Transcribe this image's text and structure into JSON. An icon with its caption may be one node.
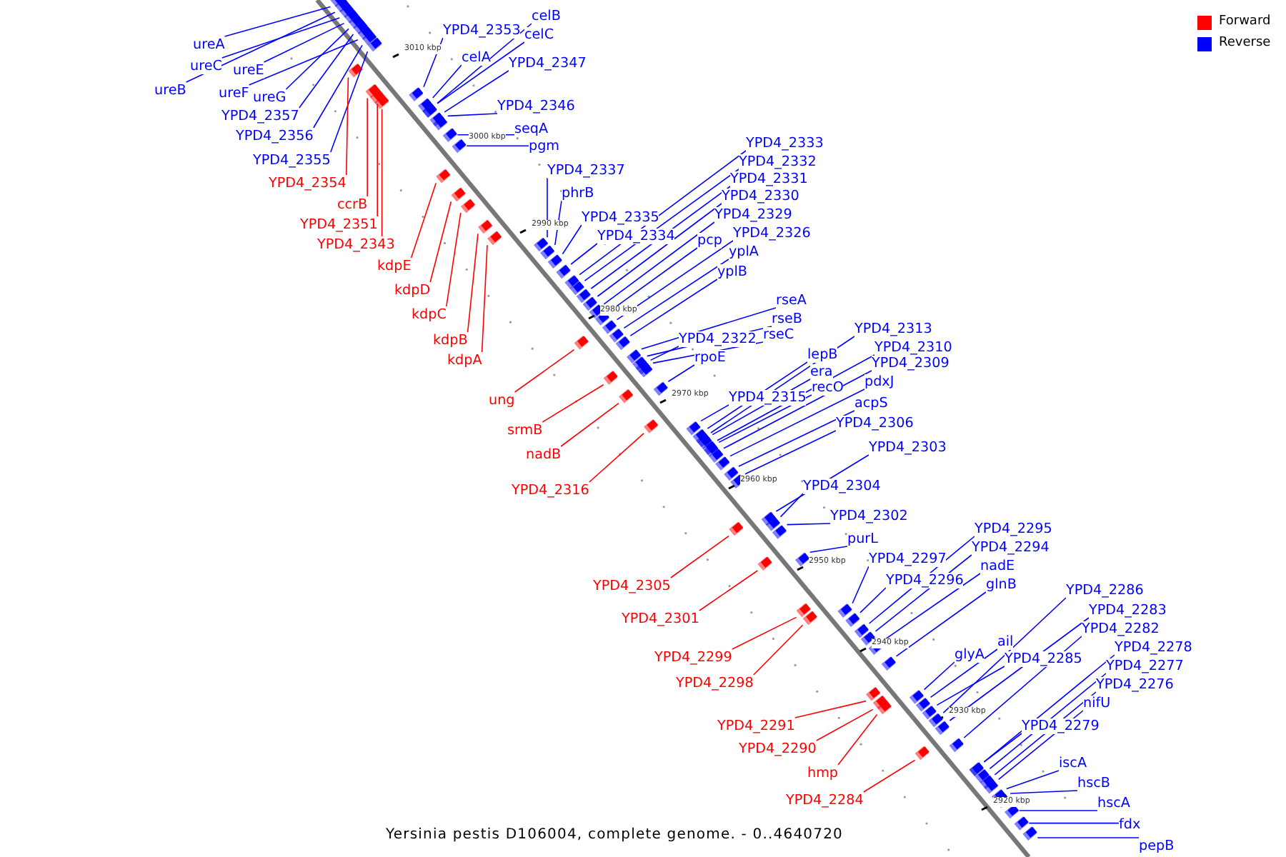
{
  "diagram": {
    "caption": "Yersinia pestis D106004, complete genome. - 0..4640720",
    "nodes": [
      {
        "text": [
          "ureA"
        ]
      },
      {
        "text": [
          "ureB"
        ]
      },
      {
        "text": [
          "ureC"
        ]
      },
      {
        "text": [
          "ureE"
        ]
      },
      {
        "text": [
          "ureF"
        ]
      },
      {
        "text": [
          "ureG"
        ]
      },
      {
        "text": [
          "YPD4_2357"
        ]
      },
      {
        "text": [
          "YPD4_2356"
        ]
      },
      {
        "text": [
          "YPD4_2355"
        ]
      },
      {
        "text": [
          "YPD4_2354"
        ]
      },
      {
        "text": [
          "ccrB"
        ]
      },
      {
        "text": [
          "YPD4_2351"
        ]
      },
      {
        "text": [
          "YPD4_2343"
        ]
      },
      {
        "text": [
          "kdpE"
        ]
      },
      {
        "text": [
          "kdpD"
        ]
      },
      {
        "text": [
          "kdpC"
        ]
      },
      {
        "text": [
          "kdpB"
        ]
      },
      {
        "text": [
          "kdpA"
        ]
      },
      {
        "text": [
          "ung"
        ]
      },
      {
        "text": [
          "srmB"
        ]
      },
      {
        "text": [
          "nadB"
        ]
      },
      {
        "text": [
          "YPD4_2316"
        ]
      },
      {
        "text": [
          "YPD4_2305"
        ]
      },
      {
        "text": [
          "YPD4_2301"
        ]
      },
      {
        "text": [
          "YPD4_2299"
        ]
      },
      {
        "text": [
          "YPD4_2298"
        ]
      },
      {
        "text": [
          "YPD4_2291"
        ]
      },
      {
        "text": [
          "YPD4_2290"
        ]
      },
      {
        "text": [
          "hmp"
        ]
      },
      {
        "text": [
          "YPD4_2284"
        ]
      },
      {
        "text": [
          "celB"
        ]
      },
      {
        "text": [
          "YPD4_2353"
        ]
      },
      {
        "text": [
          "celC"
        ]
      },
      {
        "text": [
          "celA"
        ]
      },
      {
        "text": [
          "YPD4_2347"
        ]
      },
      {
        "text": [
          "YPD4_2346"
        ]
      },
      {
        "text": [
          "seqA"
        ]
      },
      {
        "text": [
          "pgm"
        ]
      },
      {
        "text": [
          "YPD4_2337"
        ]
      },
      {
        "text": [
          "phrB"
        ]
      },
      {
        "text": [
          "YPD4_2335"
        ]
      },
      {
        "text": [
          "YPD4_2334"
        ]
      },
      {
        "text": [
          "YPD4_2333"
        ]
      },
      {
        "text": [
          "YPD4_2332"
        ]
      },
      {
        "text": [
          "YPD4_2331"
        ]
      },
      {
        "text": [
          "YPD4_2330"
        ]
      },
      {
        "text": [
          "YPD4_2329"
        ]
      },
      {
        "text": [
          "pcp"
        ]
      },
      {
        "text": [
          "YPD4_2326"
        ]
      },
      {
        "text": [
          "yplA"
        ]
      },
      {
        "text": [
          "yplB"
        ]
      },
      {
        "text": [
          "rseA"
        ]
      },
      {
        "text": [
          "rseB"
        ]
      },
      {
        "text": [
          "rseC"
        ]
      },
      {
        "text": [
          "YPD4_2322"
        ]
      },
      {
        "text": [
          "rpoE"
        ]
      },
      {
        "text": [
          "YPD4_2315"
        ]
      },
      {
        "text": [
          "lepB"
        ]
      },
      {
        "text": [
          "era"
        ]
      },
      {
        "text": [
          "recO"
        ]
      },
      {
        "text": [
          "YPD4_2313"
        ]
      },
      {
        "text": [
          "YPD4_2310"
        ]
      },
      {
        "text": [
          "YPD4_2309"
        ]
      },
      {
        "text": [
          "pdxJ"
        ]
      },
      {
        "text": [
          "acpS"
        ]
      },
      {
        "text": [
          "YPD4_2306"
        ]
      },
      {
        "text": [
          "YPD4_2303"
        ]
      },
      {
        "text": [
          "YPD4_2304"
        ]
      },
      {
        "text": [
          "YPD4_2302"
        ]
      },
      {
        "text": [
          "purL"
        ]
      },
      {
        "text": [
          "YPD4_2297"
        ]
      },
      {
        "text": [
          "YPD4_2296"
        ]
      },
      {
        "text": [
          "YPD4_2295"
        ]
      },
      {
        "text": [
          "YPD4_2294"
        ]
      },
      {
        "text": [
          "nadE"
        ]
      },
      {
        "text": [
          "glnB"
        ]
      },
      {
        "text": [
          "glyA"
        ]
      },
      {
        "text": [
          "ail"
        ]
      },
      {
        "text": [
          "YPD4_2285"
        ]
      },
      {
        "text": [
          "YPD4_2286"
        ]
      },
      {
        "text": [
          "YPD4_2283"
        ]
      },
      {
        "text": [
          "YPD4_2282"
        ]
      },
      {
        "text": [
          "YPD4_2278"
        ]
      },
      {
        "text": [
          "YPD4_2277"
        ]
      },
      {
        "text": [
          "YPD4_2276"
        ]
      },
      {
        "text": [
          "nifU"
        ]
      },
      {
        "text": [
          "YPD4_2279"
        ]
      },
      {
        "text": [
          "iscA"
        ]
      },
      {
        "text": [
          "hscB"
        ]
      },
      {
        "text": [
          "hscA"
        ]
      },
      {
        "text": [
          "fdx"
        ]
      },
      {
        "text": [
          "pepB"
        ]
      },
      {
        "text": [],
        "shape": "box"
      },
      {
        "text": [],
        "shape": "box"
      },
      {
        "text": [],
        "shape": "box"
      },
      {
        "text": [],
        "shape": "box"
      },
      {
        "text": [],
        "shape": "box"
      },
      {
        "text": [],
        "shape": "box"
      },
      {
        "text": [],
        "shape": "box"
      },
      {
        "text": [],
        "shape": "box"
      },
      {
        "text": [],
        "shape": "box"
      },
      {
        "text": [],
        "shape": "box"
      },
      {
        "text": [],
        "shape": "box"
      },
      {
        "text": [],
        "shape": "box"
      },
      {
        "text": [],
        "shape": "box"
      },
      {
        "text": [],
        "shape": "box"
      },
      {
        "text": [],
        "shape": "box"
      },
      {
        "text": [],
        "shape": "box"
      },
      {
        "text": [],
        "shape": "box"
      },
      {
        "text": [],
        "shape": "box"
      },
      {
        "text": [],
        "shape": "box"
      },
      {
        "text": [],
        "shape": "box"
      },
      {
        "text": [],
        "shape": "box"
      },
      {
        "text": [],
        "shape": "box"
      },
      {
        "text": [],
        "shape": "box"
      },
      {
        "text": [],
        "shape": "box"
      },
      {
        "text": [],
        "shape": "box"
      },
      {
        "text": [],
        "shape": "box"
      },
      {
        "text": [],
        "shape": "box"
      },
      {
        "text": [],
        "shape": "box"
      },
      {
        "text": [],
        "shape": "box"
      },
      {
        "text": [],
        "shape": "box"
      },
      {
        "text": [],
        "shape": "box"
      },
      {
        "text": [],
        "shape": "box"
      },
      {
        "text": [],
        "shape": "box"
      },
      {
        "text": [],
        "shape": "box"
      },
      {
        "text": [],
        "shape": "box"
      },
      {
        "text": [],
        "shape": "box"
      },
      {
        "text": [],
        "shape": "box"
      },
      {
        "text": [],
        "shape": "box"
      },
      {
        "text": [],
        "shape": "box"
      },
      {
        "text": [],
        "shape": "box"
      },
      {
        "text": [],
        "shape": "box"
      },
      {
        "text": [],
        "shape": "box"
      },
      {
        "text": [],
        "shape": "box"
      },
      {
        "text": [],
        "shape": "box"
      },
      {
        "text": [],
        "shape": "box"
      },
      {
        "text": [],
        "shape": "box"
      },
      {
        "text": [],
        "shape": "box"
      },
      {
        "text": [],
        "shape": "box"
      },
      {
        "text": [],
        "shape": "box"
      },
      {
        "text": [],
        "shape": "box"
      },
      {
        "text": [],
        "shape": "box"
      },
      {
        "text": [],
        "shape": "box"
      },
      {
        "text": [],
        "shape": "box"
      },
      {
        "text": [],
        "shape": "box"
      },
      {
        "text": [],
        "shape": "box"
      },
      {
        "text": [],
        "shape": "box"
      },
      {
        "text": [],
        "shape": "box"
      },
      {
        "text": [],
        "shape": "box"
      },
      {
        "text": [],
        "shape": "box"
      },
      {
        "text": [],
        "shape": "box"
      },
      {
        "text": [],
        "shape": "box"
      },
      {
        "text": [],
        "shape": "box"
      },
      {
        "text": [],
        "shape": "box"
      },
      {
        "text": [],
        "shape": "box"
      },
      {
        "text": [],
        "shape": "box"
      },
      {
        "text": [],
        "shape": "box"
      },
      {
        "text": [],
        "shape": "box"
      },
      {
        "text": [],
        "shape": "box"
      },
      {
        "text": [],
        "shape": "box"
      },
      {
        "text": [],
        "shape": "box"
      },
      {
        "text": [],
        "shape": "box"
      },
      {
        "text": [],
        "shape": "box"
      },
      {
        "text": [],
        "shape": "box"
      },
      {
        "text": [],
        "shape": "box"
      },
      {
        "text": [],
        "shape": "box"
      },
      {
        "text": [],
        "shape": "box"
      },
      {
        "text": [],
        "shape": "box"
      },
      {
        "text": [],
        "shape": "box"
      },
      {
        "text": [],
        "shape": "box"
      },
      {
        "text": [],
        "shape": "box"
      },
      {
        "text": [],
        "shape": "box"
      },
      {
        "text": [],
        "shape": "box"
      },
      {
        "text": [],
        "shape": "box"
      },
      {
        "text": [],
        "shape": "box"
      },
      {
        "text": [],
        "shape": "box"
      },
      {
        "text": [],
        "shape": "box"
      },
      {
        "text": [],
        "shape": "box"
      },
      {
        "text": [],
        "shape": "box"
      },
      {
        "text": [],
        "shape": "box"
      },
      {
        "text": [],
        "shape": "box"
      },
      {
        "text": [],
        "shape": "box"
      },
      {
        "text": [],
        "shape": "box"
      }
    ],
    "edges": [
      {
        "from": 0,
        "to": 92,
        "arrow": "none"
      },
      {
        "from": 1,
        "to": 93,
        "arrow": "none"
      },
      {
        "from": 2,
        "to": 94,
        "arrow": "none"
      },
      {
        "from": 3,
        "to": 95,
        "arrow": "none"
      },
      {
        "from": 4,
        "to": 96,
        "arrow": "none"
      },
      {
        "from": 5,
        "to": 98,
        "arrow": "none"
      },
      {
        "from": 6,
        "to": 97,
        "arrow": "none"
      },
      {
        "from": 7,
        "to": 99,
        "arrow": "none"
      },
      {
        "from": 8,
        "to": 102,
        "arrow": "none"
      },
      {
        "from": 9,
        "to": 100,
        "arrow": "none",
        "color": "#ff0000"
      },
      {
        "from": 10,
        "to": 106,
        "arrow": "none",
        "color": "#ff0000"
      },
      {
        "from": 11,
        "to": 107,
        "arrow": "none",
        "color": "#ff0000"
      },
      {
        "from": 12,
        "to": 108,
        "arrow": "none",
        "color": "#ff0000"
      },
      {
        "from": 13,
        "to": 113,
        "arrow": "none",
        "color": "#ff0000"
      },
      {
        "from": 14,
        "to": 114,
        "arrow": "none",
        "color": "#ff0000"
      },
      {
        "from": 15,
        "to": 115,
        "arrow": "none",
        "color": "#ff0000"
      },
      {
        "from": 16,
        "to": 117,
        "arrow": "none",
        "color": "#ff0000"
      },
      {
        "from": 17,
        "to": 119,
        "arrow": "none",
        "color": "#ff0000"
      },
      {
        "from": 18,
        "to": 134,
        "arrow": "none",
        "color": "#ff0000"
      },
      {
        "from": 19,
        "to": 137,
        "arrow": "none",
        "color": "#ff0000"
      },
      {
        "from": 20,
        "to": 138,
        "arrow": "none",
        "color": "#ff0000"
      },
      {
        "from": 21,
        "to": 146,
        "arrow": "none",
        "color": "#ff0000"
      },
      {
        "from": 22,
        "to": 153,
        "arrow": "none",
        "color": "#ff0000"
      },
      {
        "from": 23,
        "to": 155,
        "arrow": "none",
        "color": "#ff0000"
      },
      {
        "from": 24,
        "to": 159,
        "arrow": "none",
        "color": "#ff0000"
      },
      {
        "from": 25,
        "to": 161,
        "arrow": "none",
        "color": "#ff0000"
      },
      {
        "from": 26,
        "to": 167,
        "arrow": "none",
        "color": "#ff0000"
      },
      {
        "from": 27,
        "to": 169,
        "arrow": "none",
        "color": "#ff0000"
      },
      {
        "from": 28,
        "to": 171,
        "arrow": "none",
        "color": "#ff0000"
      },
      {
        "from": 29,
        "to": 176,
        "arrow": "none",
        "color": "#ff0000"
      },
      {
        "from": 30,
        "to": 105,
        "arrow": "none"
      },
      {
        "from": 31,
        "to": 101,
        "arrow": "none"
      },
      {
        "from": 32,
        "to": 104,
        "arrow": "none"
      },
      {
        "from": 33,
        "to": 103,
        "arrow": "none"
      },
      {
        "from": 34,
        "to": 109,
        "arrow": "none"
      },
      {
        "from": 35,
        "to": 110,
        "arrow": "none"
      },
      {
        "from": 36,
        "to": 111,
        "arrow": "none"
      },
      {
        "from": 37,
        "to": 112,
        "arrow": "none"
      },
      {
        "from": 38,
        "to": 116,
        "arrow": "none"
      },
      {
        "from": 39,
        "to": 118,
        "arrow": "none"
      },
      {
        "from": 40,
        "to": 120,
        "arrow": "none"
      },
      {
        "from": 41,
        "to": 121,
        "arrow": "none"
      },
      {
        "from": 42,
        "to": 122,
        "arrow": "none"
      },
      {
        "from": 43,
        "to": 123,
        "arrow": "none"
      },
      {
        "from": 44,
        "to": 124,
        "arrow": "none"
      },
      {
        "from": 45,
        "to": 125,
        "arrow": "none"
      },
      {
        "from": 46,
        "to": 126,
        "arrow": "none"
      },
      {
        "from": 47,
        "to": 127,
        "arrow": "none"
      },
      {
        "from": 48,
        "to": 128,
        "arrow": "none"
      },
      {
        "from": 49,
        "to": 129,
        "arrow": "none"
      },
      {
        "from": 50,
        "to": 130,
        "arrow": "none"
      },
      {
        "from": 51,
        "to": 131,
        "arrow": "none"
      },
      {
        "from": 52,
        "to": 132,
        "arrow": "none"
      },
      {
        "from": 53,
        "to": 133,
        "arrow": "none"
      },
      {
        "from": 54,
        "to": 135,
        "arrow": "none"
      },
      {
        "from": 55,
        "to": 136,
        "arrow": "none"
      },
      {
        "from": 56,
        "to": 139,
        "arrow": "none"
      },
      {
        "from": 57,
        "to": 140,
        "arrow": "none"
      },
      {
        "from": 58,
        "to": 142,
        "arrow": "none"
      },
      {
        "from": 59,
        "to": 144,
        "arrow": "none"
      },
      {
        "from": 60,
        "to": 141,
        "arrow": "none"
      },
      {
        "from": 61,
        "to": 143,
        "arrow": "none"
      },
      {
        "from": 62,
        "to": 145,
        "arrow": "none"
      },
      {
        "from": 63,
        "to": 147,
        "arrow": "none"
      },
      {
        "from": 64,
        "to": 148,
        "arrow": "none"
      },
      {
        "from": 65,
        "to": 149,
        "arrow": "none"
      },
      {
        "from": 66,
        "to": 150,
        "arrow": "none"
      },
      {
        "from": 67,
        "to": 151,
        "arrow": "none"
      },
      {
        "from": 68,
        "to": 152,
        "arrow": "none"
      },
      {
        "from": 69,
        "to": 154,
        "arrow": "none"
      },
      {
        "from": 70,
        "to": 156,
        "arrow": "none"
      },
      {
        "from": 71,
        "to": 157,
        "arrow": "none"
      },
      {
        "from": 72,
        "to": 158,
        "arrow": "none"
      },
      {
        "from": 73,
        "to": 160,
        "arrow": "none"
      },
      {
        "from": 74,
        "to": 162,
        "arrow": "none"
      },
      {
        "from": 75,
        "to": 163,
        "arrow": "none"
      },
      {
        "from": 76,
        "to": 164,
        "arrow": "none"
      },
      {
        "from": 77,
        "to": 165,
        "arrow": "none"
      },
      {
        "from": 78,
        "to": 166,
        "arrow": "none"
      },
      {
        "from": 79,
        "to": 168,
        "arrow": "none"
      },
      {
        "from": 80,
        "to": 170,
        "arrow": "none"
      },
      {
        "from": 81,
        "to": 172,
        "arrow": "none"
      },
      {
        "from": 82,
        "to": 173,
        "arrow": "none"
      },
      {
        "from": 83,
        "to": 175,
        "arrow": "none"
      },
      {
        "from": 84,
        "to": 177,
        "arrow": "none"
      },
      {
        "from": 85,
        "to": 178,
        "arrow": "none"
      },
      {
        "from": 86,
        "to": 174,
        "arrow": "none"
      },
      {
        "from": 87,
        "to": 179,
        "arrow": "none"
      },
      {
        "from": 88,
        "to": 180,
        "arrow": "none"
      },
      {
        "from": 89,
        "to": 181,
        "arrow": "none"
      },
      {
        "from": 90,
        "to": 182,
        "arrow": "none"
      },
      {
        "from": 91,
        "to": 183,
        "arrow": "none"
      }
    ],
    "labels": [
      "3010 kbp",
      "3000 kbp",
      "2990 kbp",
      "2980 kbp",
      "2970 kbp",
      "2960 kbp",
      "2950 kbp",
      "2940 kbp",
      "2930 kbp",
      "2920 kbp"
    ],
    "legend": [
      {
        "text": "Forward",
        "color": "#ff0000"
      },
      {
        "text": "Reverse",
        "color": "#0000ff"
      }
    ]
  }
}
